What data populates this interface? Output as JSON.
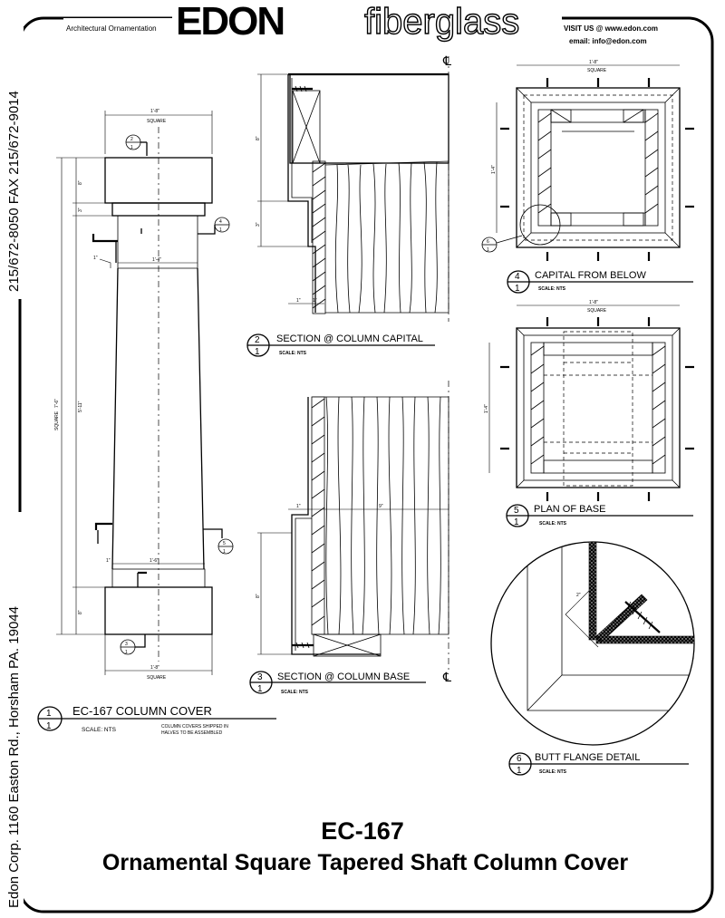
{
  "header": {
    "tagline": "Architectural Ornamentation",
    "brand": "EDON",
    "brand_suffix": "fiberglass",
    "visit": "VISIT US @ www.edon.com",
    "email": "email:  info@edon.com"
  },
  "side": {
    "phone": "215/672-8050  FAX 215/672-9014",
    "address": "Edon Corp.  1160 Easton Rd., Horsham PA. 19044"
  },
  "views": {
    "v1": {
      "num": "1",
      "sheet": "1",
      "title": "EC-167 COLUMN COVER",
      "scale": "SCALE: NTS",
      "note1": "COLUMN COVERS SHIPPED IN",
      "note2": "HALVES TO BE ASSEMBLED"
    },
    "v2": {
      "num": "2",
      "sheet": "1",
      "title": "SECTION @ COLUMN CAPITAL",
      "scale": "SCALE: NTS"
    },
    "v3": {
      "num": "3",
      "sheet": "1",
      "title": "SECTION @ COLUMN BASE",
      "scale": "SCALE: NTS"
    },
    "v4": {
      "num": "4",
      "sheet": "1",
      "title": "CAPITAL FROM BELOW",
      "scale": "SCALE: NTS"
    },
    "v5": {
      "num": "5",
      "sheet": "1",
      "title": "PLAN OF BASE",
      "scale": "SCALE: NTS"
    },
    "v6": {
      "num": "6",
      "sheet": "1",
      "title": "BUTT FLANGE DETAIL",
      "scale": "SCALE: NTS"
    }
  },
  "dims": {
    "d_1_8": "1'-8\"",
    "square": "SQUARE",
    "d_8in": "8\"",
    "d_3in": "3\"",
    "d_1in": "1\"",
    "d_1_4": "1'-4\"",
    "d_7_6": "7'-6\"",
    "d_5_11": "5'-11\"",
    "d_9in": "9\"",
    "d_1_6": "1'-6\"",
    "d_2in": "2\""
  },
  "markers": {
    "cl": "℄",
    "s2": "2",
    "s3": "3",
    "s4": "4",
    "s5": "5",
    "s6": "6",
    "s1": "1"
  },
  "footer": {
    "code": "EC-167",
    "title": "Ornamental Square Tapered Shaft Column Cover"
  }
}
